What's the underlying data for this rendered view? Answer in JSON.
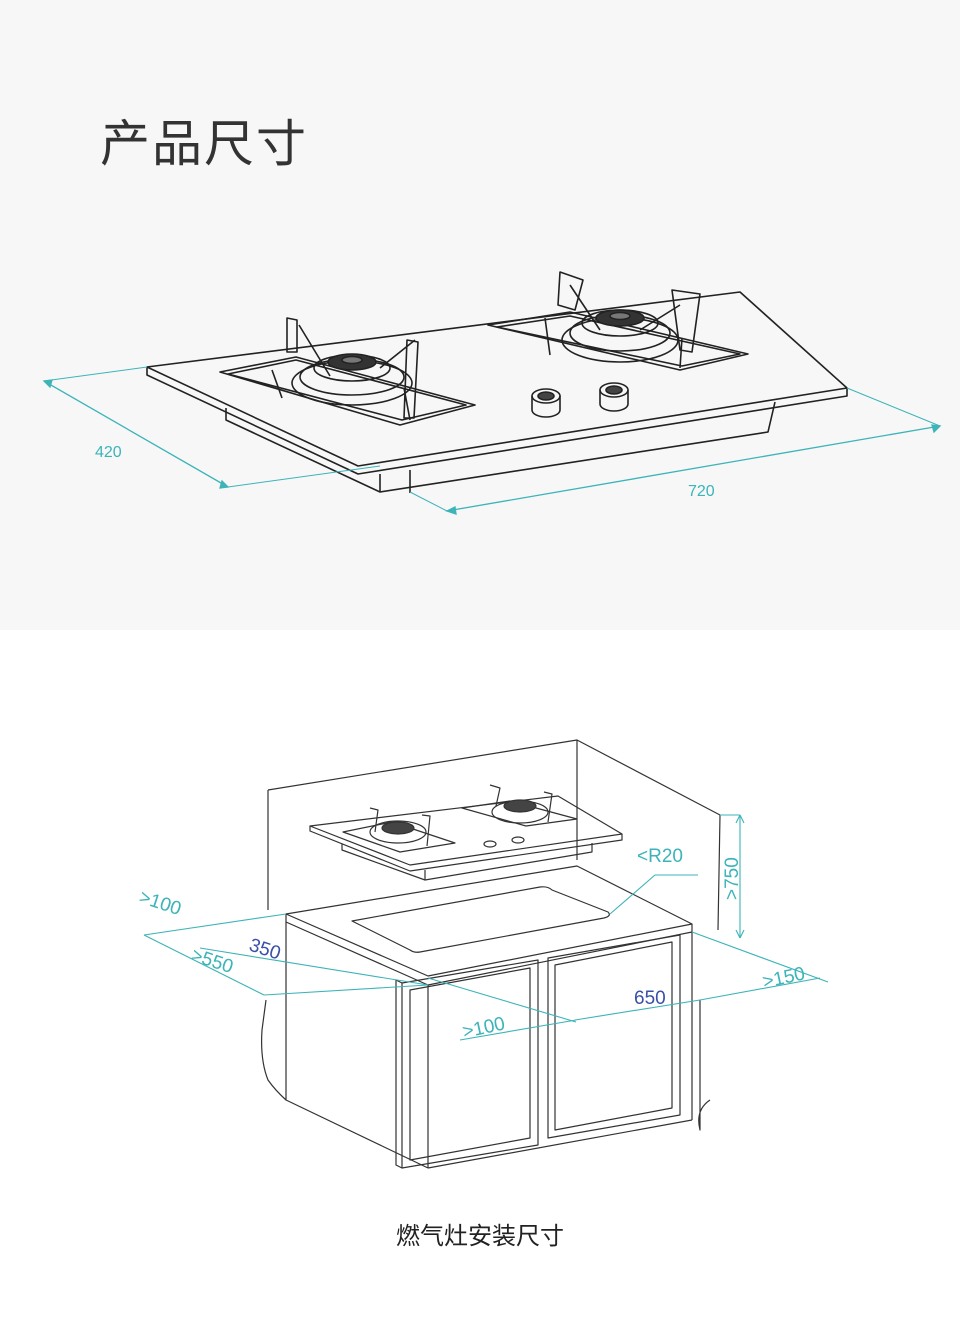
{
  "title": "产品尺寸",
  "caption": "燃气灶安装尺寸",
  "colors": {
    "dimension_cyan": "#3cb4b8",
    "dimension_blue": "#3a4fa8",
    "line": "#222222",
    "panel_bg": "#f7f7f7"
  },
  "product_dimensions": {
    "depth": "420",
    "width": "720"
  },
  "installation_dimensions": {
    "corner_radius": "<R20",
    "height_label": ">750",
    "right_clearance": ">150",
    "cutout_width": "650",
    "cutout_depth": "350",
    "side_clearance": ">100",
    "depth_label": ">550",
    "front_clearance": ">100"
  }
}
